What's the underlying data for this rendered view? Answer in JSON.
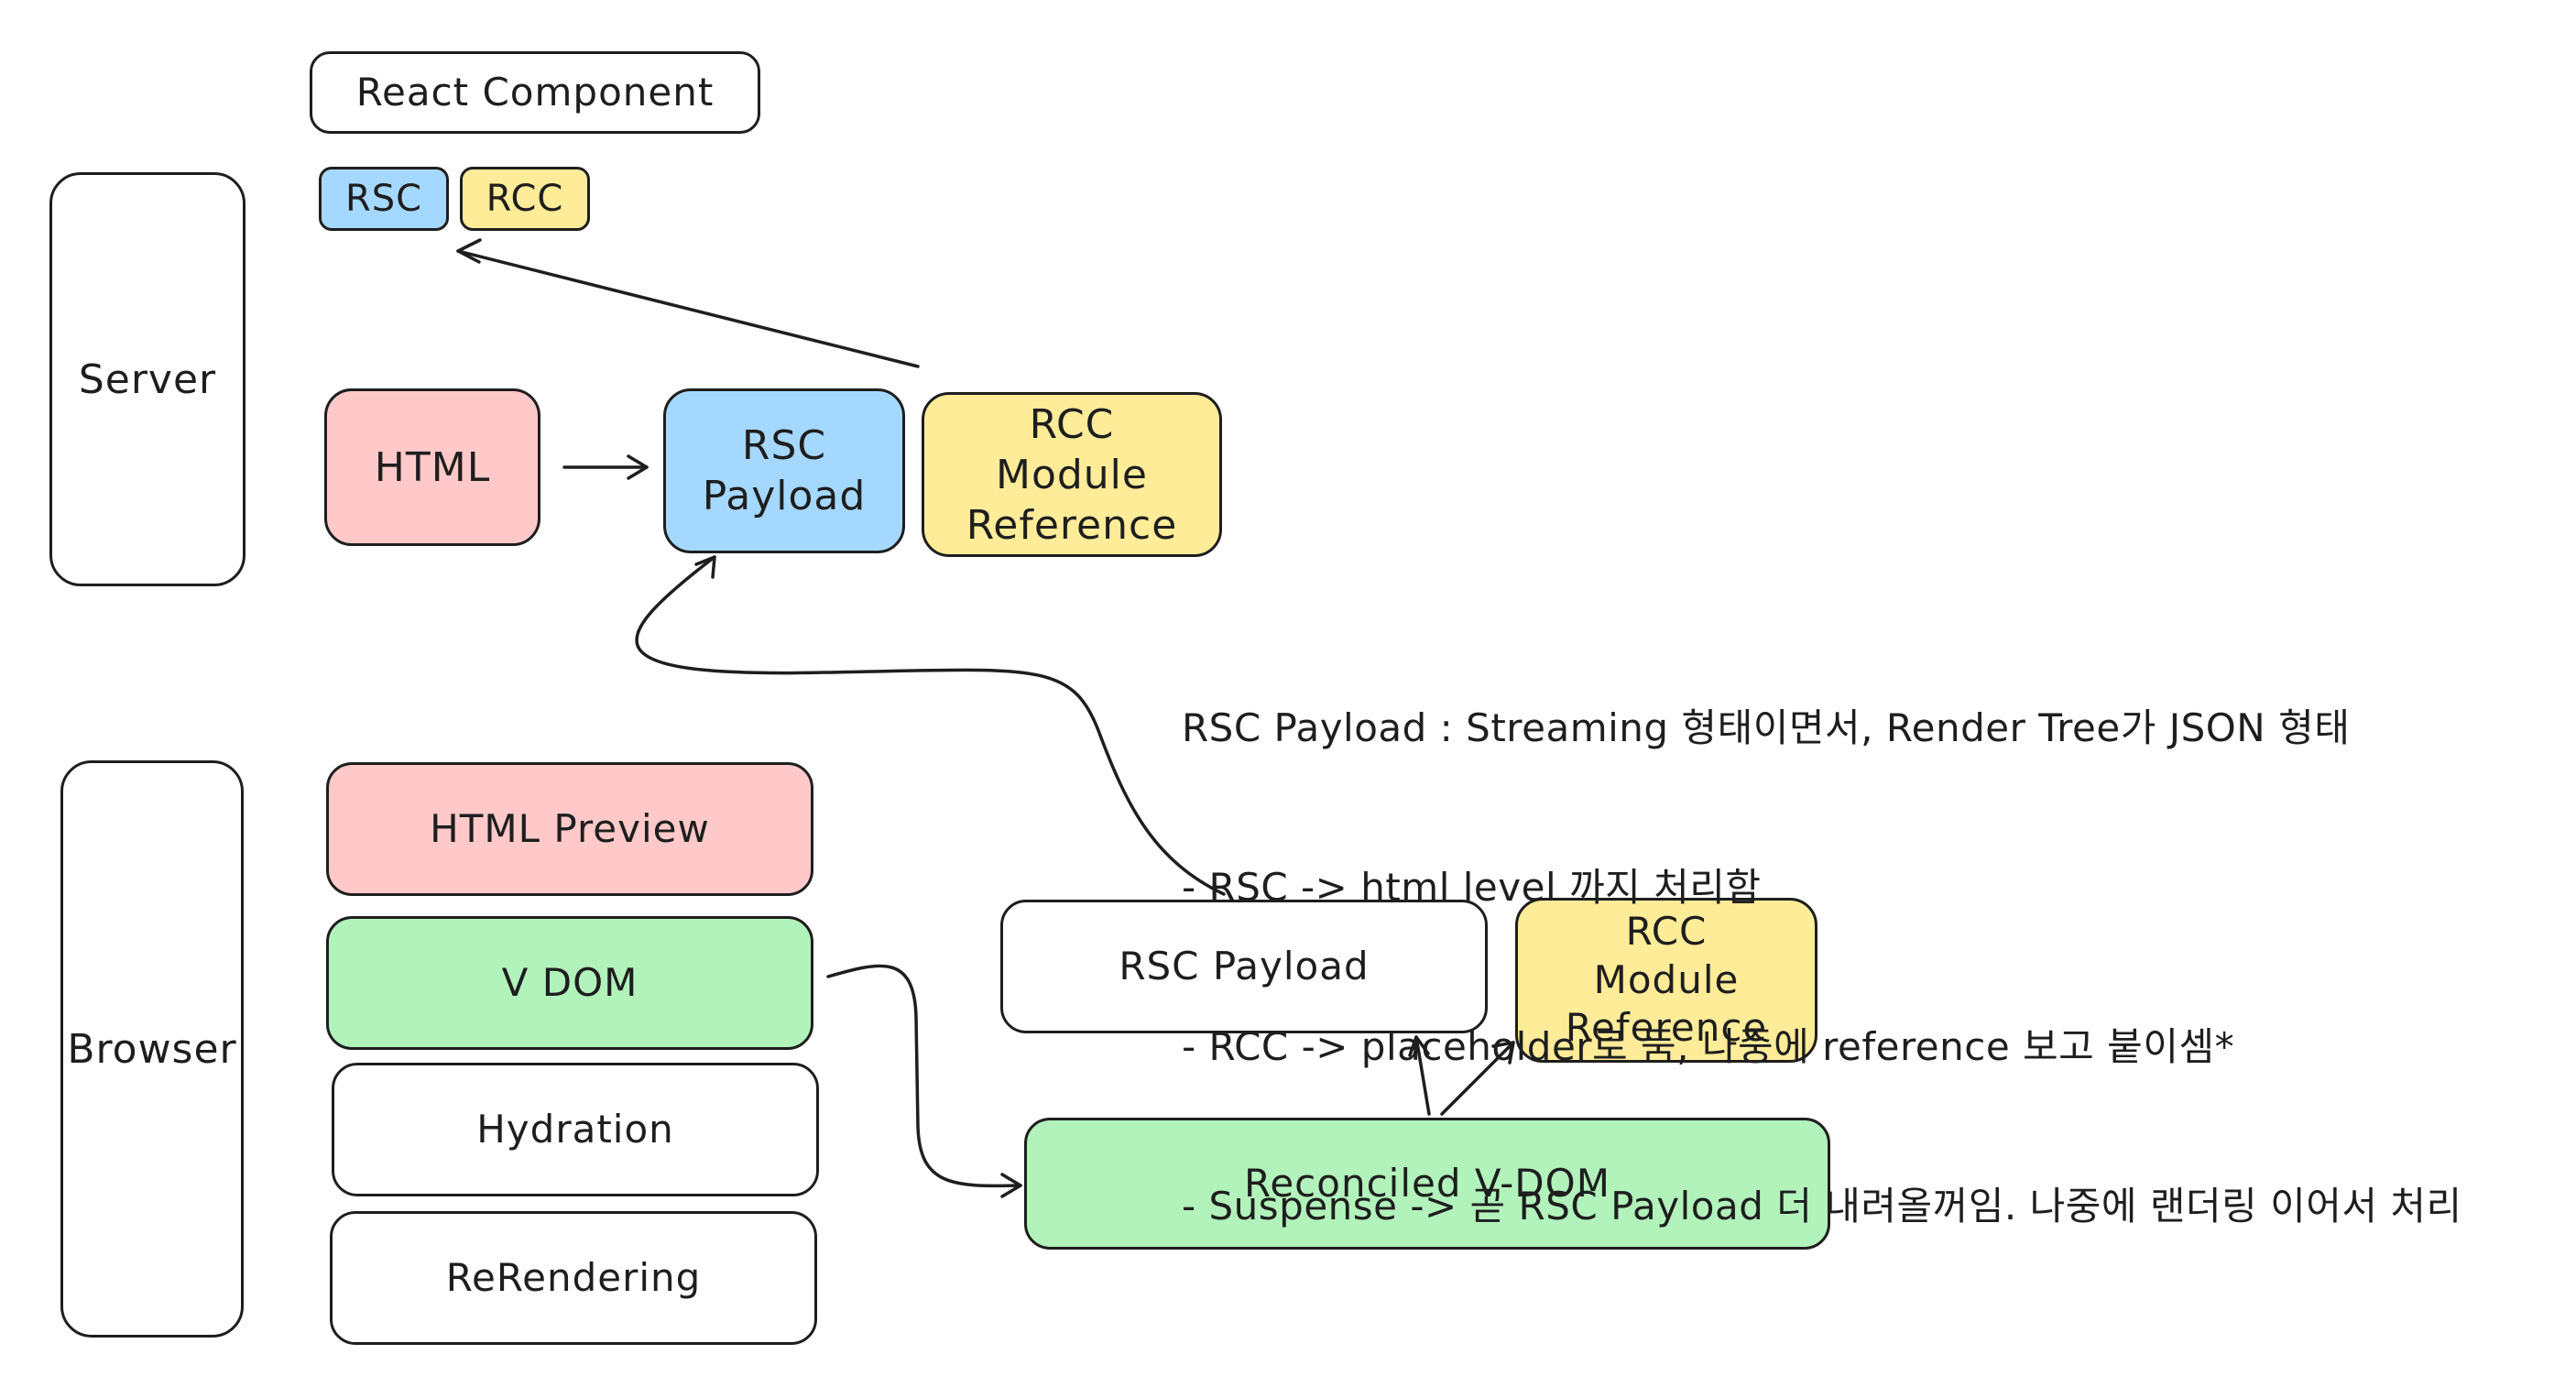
{
  "legend": {
    "title": "React Component",
    "rsc": "RSC",
    "rcc": "RCC"
  },
  "server": {
    "label": "Server",
    "html": "HTML",
    "rsc_payload": [
      "RSC",
      "Payload"
    ],
    "rcc_module_reference": [
      "RCC",
      "Module",
      "Reference"
    ]
  },
  "browser": {
    "label": "Browser",
    "html_preview": "HTML Preview",
    "vdom": "V DOM",
    "hydration": "Hydration",
    "rerendering": "ReRendering",
    "rsc_payload": "RSC Payload",
    "rcc_module_reference": [
      "RCC",
      "Module",
      "Reference"
    ],
    "reconciled_vdom": "Reconciled V-DOM"
  },
  "notes": [
    "RSC Payload : Streaming 형태이면서, Render Tree가 JSON 형태",
    "- RSC -> html level 까지 처리함",
    "- RCC -> placeholder로 둠, 나중에 reference 보고 붙이셈*",
    "- Suspense -> 곧 RSC Payload 더 내려올꺼임. 나중에 랜더링 이어서 처리"
  ],
  "colors": {
    "stroke": "#1e1e1e",
    "pink": "#ffc9c9",
    "blue": "#a5d8ff",
    "yellow": "#ffec99",
    "green": "#b2f2bb"
  }
}
